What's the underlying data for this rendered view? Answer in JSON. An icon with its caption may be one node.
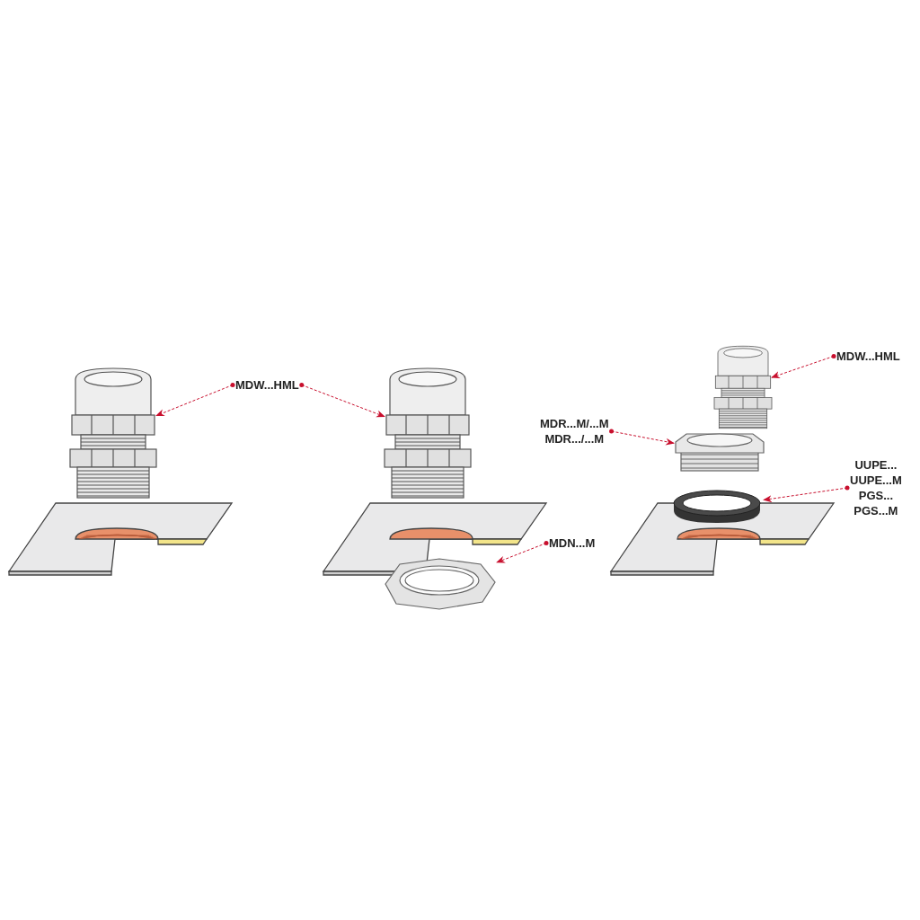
{
  "diagram": {
    "nodes": [
      {
        "text": [
          "MDW...HML"
        ]
      },
      {
        "text": [],
        "shape": "picture"
      },
      {
        "text": [],
        "shape": "picture"
      },
      {
        "text": [
          "MDN...M"
        ]
      },
      {
        "text": [],
        "shape": "picture"
      },
      {
        "text": [
          "MDW...HML"
        ]
      },
      {
        "text": [],
        "shape": "picture"
      },
      {
        "text": [
          "MDR...M/...M",
          "MDR.../...M"
        ]
      },
      {
        "text": [],
        "shape": "picture"
      },
      {
        "text": [
          "UUPE...",
          "UUPE...M",
          "PGS...",
          "PGS...M"
        ]
      },
      {
        "text": [],
        "shape": "picture"
      }
    ],
    "edges": [
      {
        "from": 0,
        "to": 1,
        "arrow": "to"
      },
      {
        "from": 0,
        "to": 2,
        "arrow": "to"
      },
      {
        "from": 3,
        "to": 4,
        "arrow": "to"
      },
      {
        "from": 5,
        "to": 6,
        "arrow": "to"
      },
      {
        "from": 7,
        "to": 8,
        "arrow": "to"
      },
      {
        "from": 9,
        "to": 10,
        "arrow": "to"
      }
    ]
  }
}
